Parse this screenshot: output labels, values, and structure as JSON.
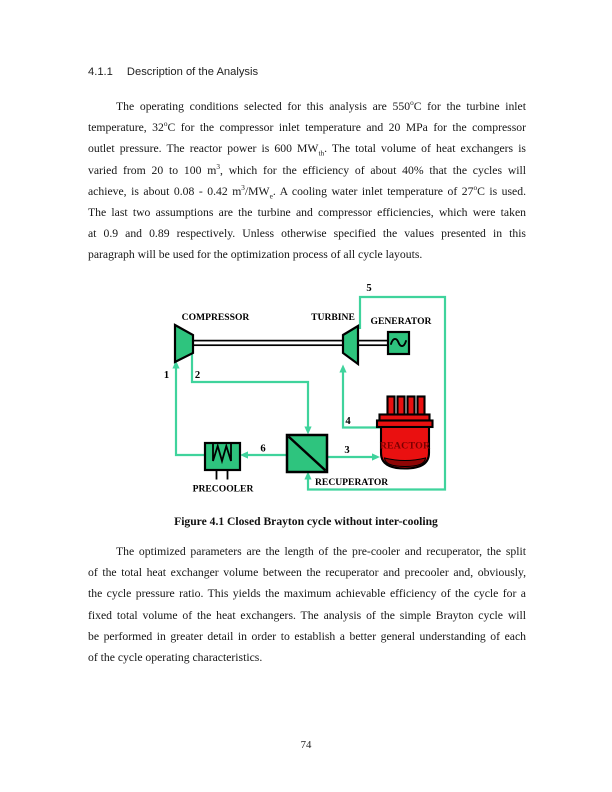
{
  "page": {
    "number": "74"
  },
  "heading": {
    "number": "4.1.1",
    "title": "Description of the Analysis"
  },
  "paragraphs": [
    {
      "name": "analysis-conditions",
      "lines": [
        {
          "indent": true,
          "segs": [
            {
              "t": "The operating conditions selected for this analysis are 550"
            },
            {
              "t": "o",
              "s": "sup"
            },
            {
              "t": "C for the turbine inlet"
            }
          ]
        },
        {
          "segs": [
            {
              "t": "temperature, 32"
            },
            {
              "t": "o",
              "s": "sup"
            },
            {
              "t": "C for the compressor inlet temperature and 20 MPa for the compressor"
            }
          ]
        },
        {
          "segs": [
            {
              "t": "outlet pressure. The reactor power is 600 MW"
            },
            {
              "t": "th",
              "s": "sub"
            },
            {
              "t": ". The total volume of heat exchangers is"
            }
          ]
        },
        {
          "segs": [
            {
              "t": "varied from 20 to 100 m"
            },
            {
              "t": "3",
              "s": "sup"
            },
            {
              "t": ", which for the efficiency of about 40% that the cycles will"
            }
          ]
        },
        {
          "segs": [
            {
              "t": "achieve, is about 0.08 - 0.42 m"
            },
            {
              "t": "3",
              "s": "sup"
            },
            {
              "t": "/MW"
            },
            {
              "t": "e",
              "s": "sub"
            },
            {
              "t": ". A cooling water inlet temperature of 27"
            },
            {
              "t": "o",
              "s": "sup"
            },
            {
              "t": "C is used."
            }
          ]
        },
        {
          "segs": [
            {
              "t": "The last two assumptions are the turbine and compressor efficiencies, which were taken"
            }
          ]
        },
        {
          "segs": [
            {
              "t": "at 0.9 and 0.89 respectively. Unless otherwise specified the values presented in this"
            }
          ]
        },
        {
          "last": true,
          "segs": [
            {
              "t": "paragraph will be used for the optimization process of all cycle layouts."
            }
          ]
        }
      ]
    },
    {
      "name": "optimized-parameters",
      "lines": [
        {
          "indent": true,
          "segs": [
            {
              "t": "The optimized parameters are the length of the pre-cooler and recuperator, the split"
            }
          ]
        },
        {
          "segs": [
            {
              "t": "of the total heat exchanger volume between the recuperator and precooler and, obviously,"
            }
          ]
        },
        {
          "segs": [
            {
              "t": "the cycle pressure ratio. This yields the maximum achievable efficiency of the cycle for a"
            }
          ]
        },
        {
          "segs": [
            {
              "t": "fixed total volume of the heat exchangers. The analysis of the simple Brayton cycle will"
            }
          ]
        },
        {
          "segs": [
            {
              "t": "be performed in greater detail in order to establish a better general understanding of each"
            }
          ]
        },
        {
          "last": true,
          "segs": [
            {
              "t": "of the cycle operating characteristics."
            }
          ]
        }
      ]
    }
  ],
  "figure": {
    "caption": "Figure 4.1 Closed Brayton cycle without inter-cooling",
    "labels": {
      "compressor": "COMPRESSOR",
      "turbine": "TURBINE",
      "generator": "GENERATOR",
      "reactor": "REACTOR",
      "precooler": "PRECOOLER",
      "recuperator": "RECUPERATOR"
    },
    "stream_labels": [
      "1",
      "2",
      "3",
      "4",
      "5",
      "6"
    ],
    "colors": {
      "component_green": "#2EC47E",
      "pipe_green": "#3FD39C",
      "reactor_red": "#EA1010",
      "reactor_dark_red": "#8F0505",
      "reactor_label_maroon": "#7B0000",
      "outline_black": "#000000"
    }
  }
}
